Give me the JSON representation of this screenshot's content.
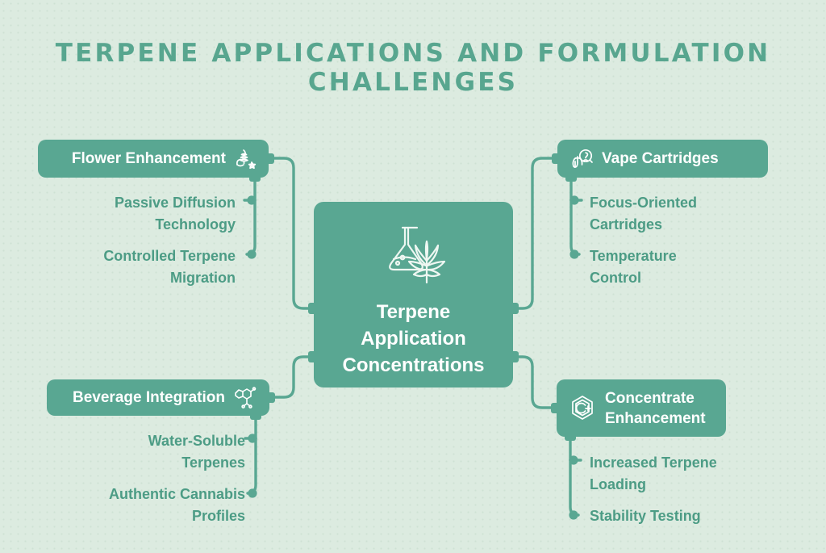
{
  "title": "Terpene Applications and Formulation\nChallenges",
  "colors": {
    "background": "#dcebe0",
    "node": "#59a792",
    "node_text": "#ffffff",
    "sub_text": "#4c9c85",
    "title_text": "#58a68f",
    "connector": "#59a792"
  },
  "center": {
    "label": "Terpene\nApplication\nConcentrations",
    "icon": "flask-leaf-icon"
  },
  "branches": [
    {
      "id": "flower",
      "label": "Flower Enhancement",
      "icon": "cannabis-bud-flower-icon",
      "side": "left",
      "items": [
        "Passive Diffusion\nTechnology",
        "Controlled Terpene\nMigration"
      ]
    },
    {
      "id": "vape",
      "label": "Vape Cartridges",
      "icon": "lungs-inhale-icon",
      "side": "right",
      "items": [
        "Focus-Oriented\nCartridges",
        "Temperature\nControl"
      ]
    },
    {
      "id": "beverage",
      "label": "Beverage Integration",
      "icon": "molecule-structure-icon",
      "side": "left",
      "items": [
        "Water-Soluble\nTerpenes",
        "Authentic Cannabis\nProfiles"
      ]
    },
    {
      "id": "concentrate",
      "label": "Concentrate\nEnhancement",
      "icon": "hexagon-c-plus-icon",
      "side": "right",
      "items": [
        "Increased Terpene\nLoading",
        "Stability Testing"
      ]
    }
  ]
}
